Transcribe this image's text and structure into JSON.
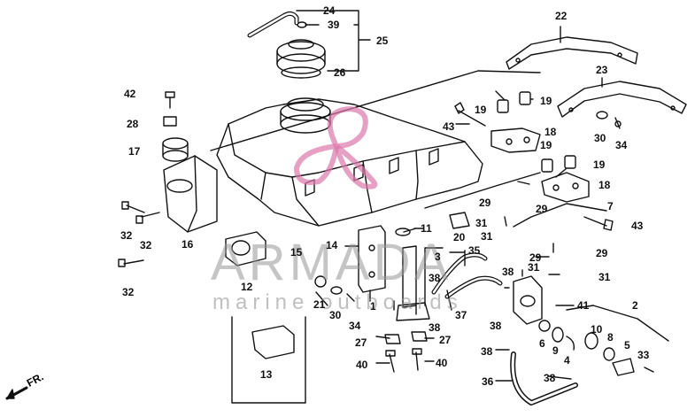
{
  "diagram": {
    "watermark": {
      "title": "ARMADA",
      "subtitle": "marine outboards"
    },
    "direction_label": "FR.",
    "callouts": [
      {
        "id": "c24",
        "text": "24"
      },
      {
        "id": "c39",
        "text": "39"
      },
      {
        "id": "c25",
        "text": "25"
      },
      {
        "id": "c26",
        "text": "26"
      },
      {
        "id": "c22",
        "text": "22"
      },
      {
        "id": "c23",
        "text": "23"
      },
      {
        "id": "c42",
        "text": "42"
      },
      {
        "id": "c28",
        "text": "28"
      },
      {
        "id": "c17",
        "text": "17"
      },
      {
        "id": "c19a",
        "text": "19"
      },
      {
        "id": "c19b",
        "text": "19"
      },
      {
        "id": "c43a",
        "text": "43"
      },
      {
        "id": "c18a",
        "text": "18"
      },
      {
        "id": "c30a",
        "text": "30"
      },
      {
        "id": "c34a",
        "text": "34"
      },
      {
        "id": "c19c",
        "text": "19"
      },
      {
        "id": "c19d",
        "text": "19"
      },
      {
        "id": "c18b",
        "text": "18"
      },
      {
        "id": "c29a",
        "text": "29"
      },
      {
        "id": "c29b",
        "text": "29"
      },
      {
        "id": "c7",
        "text": "7"
      },
      {
        "id": "c43b",
        "text": "43"
      },
      {
        "id": "c31a",
        "text": "31"
      },
      {
        "id": "c31b",
        "text": "31"
      },
      {
        "id": "c11",
        "text": "11"
      },
      {
        "id": "c20",
        "text": "20"
      },
      {
        "id": "c32a",
        "text": "32"
      },
      {
        "id": "c32b",
        "text": "32"
      },
      {
        "id": "c16",
        "text": "16"
      },
      {
        "id": "c14",
        "text": "14"
      },
      {
        "id": "c15",
        "text": "15"
      },
      {
        "id": "c3",
        "text": "3"
      },
      {
        "id": "c35",
        "text": "35"
      },
      {
        "id": "c29c",
        "text": "29"
      },
      {
        "id": "c29d",
        "text": "29"
      },
      {
        "id": "c31c",
        "text": "31"
      },
      {
        "id": "c31d",
        "text": "31"
      },
      {
        "id": "c32c",
        "text": "32"
      },
      {
        "id": "c12",
        "text": "12"
      },
      {
        "id": "c38a",
        "text": "38"
      },
      {
        "id": "c38b",
        "text": "38"
      },
      {
        "id": "c21",
        "text": "21"
      },
      {
        "id": "c30b",
        "text": "30"
      },
      {
        "id": "c34b",
        "text": "34"
      },
      {
        "id": "c1",
        "text": "1"
      },
      {
        "id": "c37",
        "text": "37"
      },
      {
        "id": "c41",
        "text": "41"
      },
      {
        "id": "c2",
        "text": "2"
      },
      {
        "id": "c38c",
        "text": "38"
      },
      {
        "id": "c38d",
        "text": "38"
      },
      {
        "id": "c27a",
        "text": "27"
      },
      {
        "id": "c27b",
        "text": "27"
      },
      {
        "id": "c6",
        "text": "6"
      },
      {
        "id": "c9",
        "text": "9"
      },
      {
        "id": "c4",
        "text": "4"
      },
      {
        "id": "c10",
        "text": "10"
      },
      {
        "id": "c8",
        "text": "8"
      },
      {
        "id": "c5",
        "text": "5"
      },
      {
        "id": "c33",
        "text": "33"
      },
      {
        "id": "c40a",
        "text": "40"
      },
      {
        "id": "c40b",
        "text": "40"
      },
      {
        "id": "c13",
        "text": "13"
      },
      {
        "id": "c38e",
        "text": "38"
      },
      {
        "id": "c36",
        "text": "36"
      },
      {
        "id": "c38f",
        "text": "38"
      }
    ]
  }
}
